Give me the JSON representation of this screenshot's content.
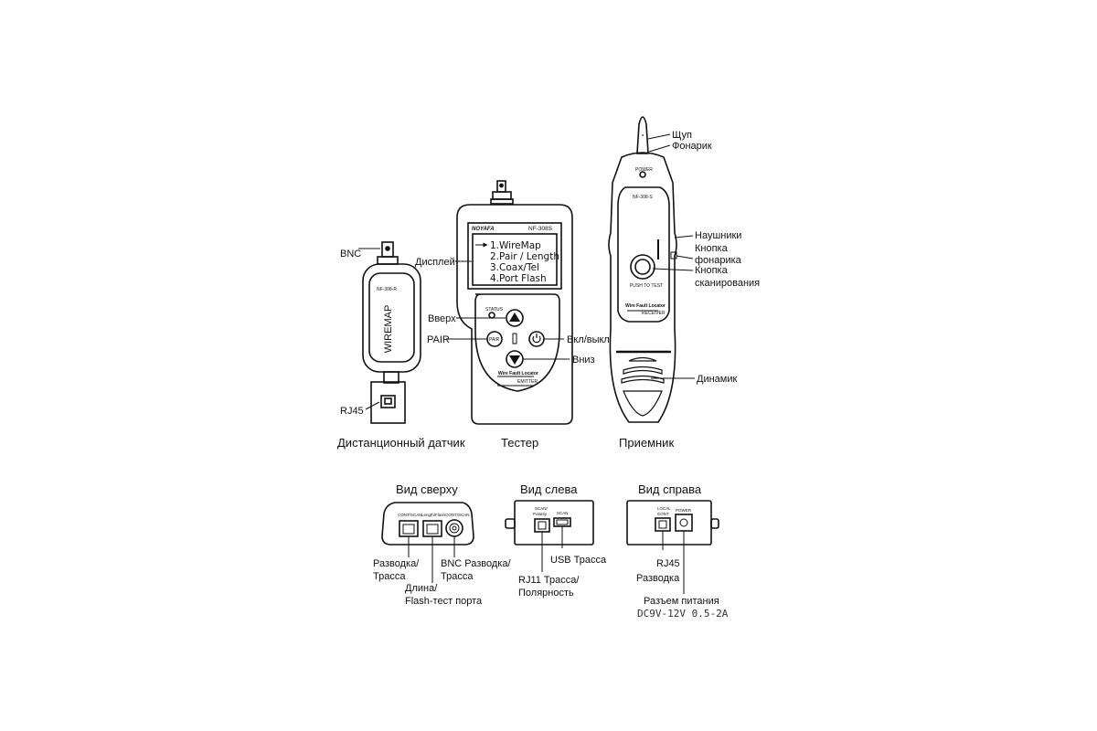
{
  "remote": {
    "caption": "Дистанционный датчик",
    "bnc_label": "BNC",
    "rj45_label": "RJ45",
    "model": "NF-308-R",
    "wiremap": "WIREMAP"
  },
  "tester": {
    "caption": "Тестер",
    "brand": "NOYAFA",
    "model": "NF-308S",
    "display_label": "Дисплей",
    "menu": [
      "1.WireMap",
      "2.Pair / Length",
      "3.Coax/Tel",
      "4.Port  Flash"
    ],
    "status_text": "STATUS",
    "pair_label": "PAIR",
    "pair_button": "PAIR",
    "up_label": "Вверх",
    "down_label": "Вниз",
    "power_label": "Вкл/выкл",
    "brand_line": "Wire Fault Locator",
    "brand_sub": "EMITTER"
  },
  "receiver": {
    "caption": "Приемник",
    "probe_label": "Щуп",
    "flashlight_label": "Фонарик",
    "power_text": "POWER",
    "model": "NF-308-S",
    "headphones_label": "Наушники",
    "flash_button_label": [
      "Кнопка",
      "фонарика"
    ],
    "scan_button_label": [
      "Кнопка",
      "сканирования"
    ],
    "push_text": "PUSH TO TEST",
    "brand_line": "Wire Fault Locator",
    "brand_sub": "RECEIVER",
    "speaker_label": "Динамик"
  },
  "top_view": {
    "title": "Вид сверху",
    "ports": [
      "CONT/SCAN",
      "Length/Flash",
      "CONT/SCAN"
    ],
    "label_left": [
      "Разводка/",
      "Трасса"
    ],
    "label_mid": [
      "Длина/",
      "Flash-тест порта"
    ],
    "label_right": [
      "BNC Разводка/",
      "Трасса"
    ]
  },
  "left_view": {
    "title": "Вид слева",
    "port1": [
      "SCAN/",
      "Polarity"
    ],
    "port2": "SCAN",
    "label_usb": "USB Трасса",
    "label_rj11": [
      "RJ11 Трасса/",
      "Полярность"
    ]
  },
  "right_view": {
    "title": "Вид справа",
    "port1": [
      "LOCAL",
      "CONT"
    ],
    "port2": "POWER",
    "label_rj45": [
      "RJ45",
      "Разводка"
    ],
    "label_power": "Разъем питания",
    "label_dc": "DC9V-12V 0.5-2A"
  }
}
